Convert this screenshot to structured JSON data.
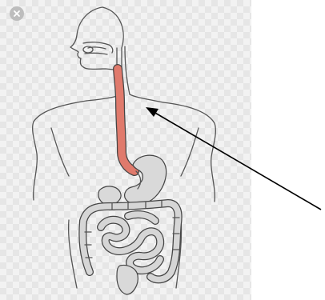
{
  "viewer": {
    "background": "checkerboard-transparency",
    "close_icon": "close-x-icon"
  },
  "illustration": {
    "subject": "digestive-system",
    "highlighted_organ": "esophagus",
    "highlight_color": "#e07a6c",
    "organ_color": "#d9d9d9",
    "outline_color": "#444444"
  },
  "annotation": {
    "arrow_color": "#000000"
  }
}
